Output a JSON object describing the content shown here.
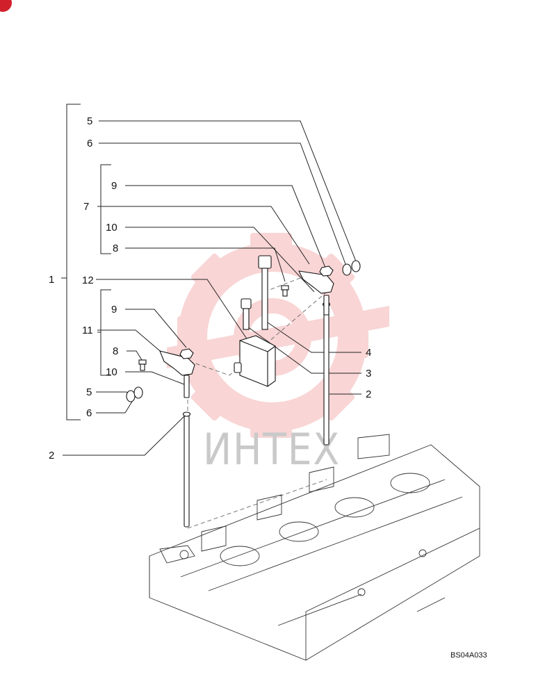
{
  "watermark": {
    "text": "ИНТЕХ",
    "color": "#f08a8a"
  },
  "corner_badge": {
    "color": "#d11f2c"
  },
  "drawing_code": "BS04A033",
  "callouts": {
    "c1": "1",
    "c2a": "2",
    "c2b": "2",
    "c3": "3",
    "c4": "4",
    "c5a": "5",
    "c5b": "5",
    "c6a": "6",
    "c6b": "6",
    "c7": "7",
    "c8a": "8",
    "c8b": "8",
    "c9a": "9",
    "c9b": "9",
    "c10a": "10",
    "c10b": "10",
    "c11": "11",
    "c12": "12"
  }
}
